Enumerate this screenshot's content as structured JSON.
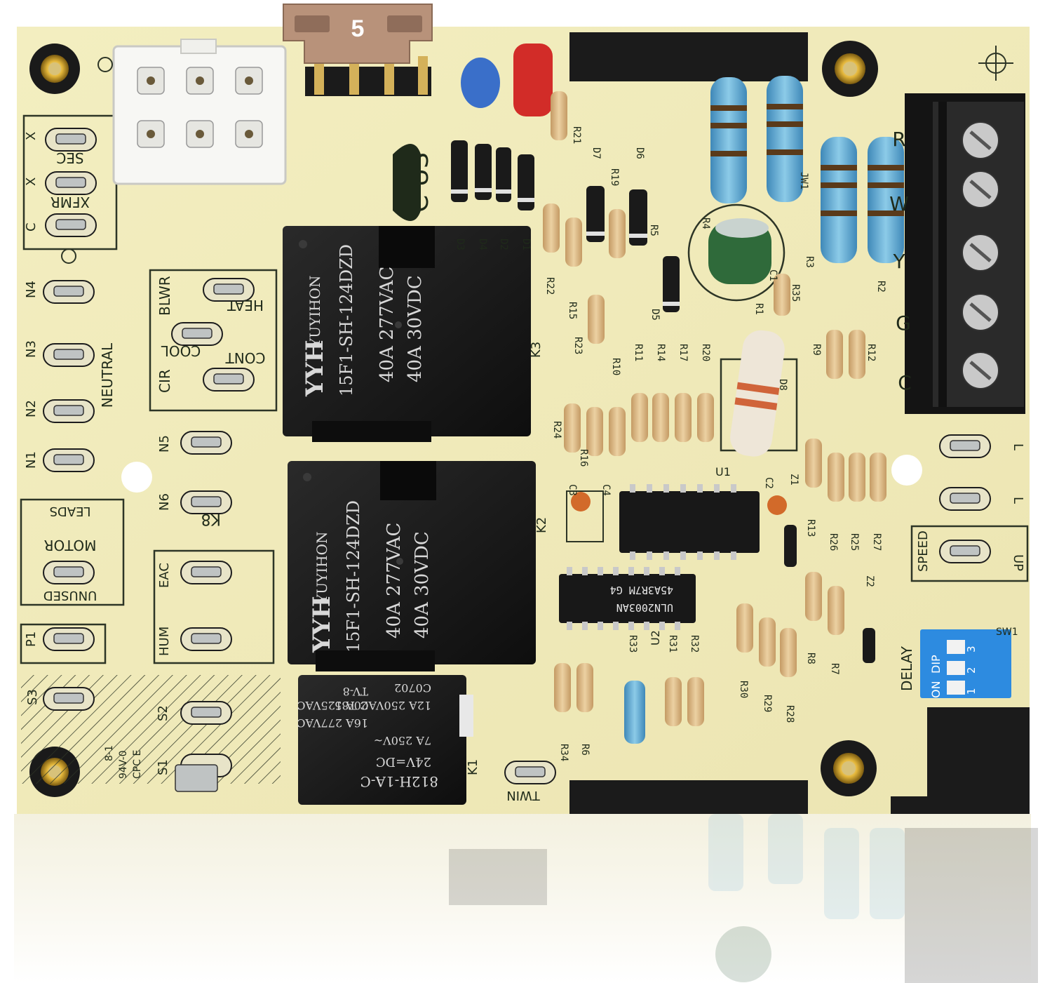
{
  "fuse": {
    "rating": "5"
  },
  "relays": [
    {
      "brand": "YUYIHON",
      "logo": "YYH",
      "model": "15F1-SH-124DZD",
      "rating_ac": "40A 277VAC",
      "rating_dc": "40A 30VDC",
      "ref": "K3"
    },
    {
      "brand": "YUYIHON",
      "logo": "YYH",
      "model": "15F1-SH-124DZD",
      "rating_ac": "40A 277VAC",
      "rating_dc": "40A 30VDC",
      "ref": "K2"
    }
  ],
  "small_relay": {
    "code": "C0702",
    "line1": "16A 277VAC",
    "line2": "20A 125VAC",
    "line3": "TV-8",
    "line4": "12A 250VAC T85",
    "line5": "7A 250V~",
    "line6": "24V=DC",
    "model": "812H-1A-C",
    "ref": "K1"
  },
  "ic": {
    "part": "ULN2003AN",
    "code": "45A3R7M G4",
    "ref": "U2"
  },
  "ic_u1_ref": "U1",
  "terminal_labels": [
    "R",
    "W",
    "Y",
    "G",
    "C"
  ],
  "dip": {
    "label": "DELAY",
    "title": "DIP",
    "on_label": "ON",
    "positions": [
      "1",
      "2",
      "3"
    ],
    "ref": "SW1"
  },
  "left_labels": {
    "sec": "SEC",
    "xfmr": "XFMR",
    "x1": "X",
    "x2": "X",
    "c1": "C",
    "n4": "N4",
    "n3": "N3",
    "n2": "N2",
    "n1": "N1",
    "neutral": "NEUTRAL",
    "leads": "LEADS",
    "motor": "MOTOR",
    "unused": "UNUSED",
    "p1": "P1",
    "s3": "S3",
    "s2": "S2",
    "s1": "S1"
  },
  "mid_labels": {
    "blwr": "BLWR",
    "heat": "HEAT",
    "cool": "COOL",
    "cont": "CONT",
    "cir": "CIR",
    "n5": "N5",
    "n6": "N6",
    "eac": "EAC",
    "hum": "HUM",
    "twin": "TWIN"
  },
  "right_labels": {
    "speed": "SPEED",
    "up": "UP",
    "l1": "L",
    "l2": "L"
  },
  "board_marks": {
    "ul": "C US",
    "cpc": "CPC E",
    "grade": "94V-0",
    "rev": "8-1",
    "k_mark": "K8"
  },
  "component_refs": [
    "R21",
    "R22",
    "R15",
    "R23",
    "R19",
    "R5",
    "R4",
    "R3",
    "R2",
    "R1",
    "R35",
    "R9",
    "R12",
    "R11",
    "R14",
    "R17",
    "R20",
    "R10",
    "R24",
    "R16",
    "R13",
    "R26",
    "R25",
    "R27",
    "R33",
    "R31",
    "R32",
    "R30",
    "R29",
    "R28",
    "R8",
    "R7",
    "R34",
    "R6",
    "D1",
    "D2",
    "D3",
    "D4",
    "D5",
    "D6",
    "D7",
    "D8",
    "C1",
    "C2",
    "C3",
    "C4",
    "Z1",
    "Z2",
    "JW1"
  ]
}
